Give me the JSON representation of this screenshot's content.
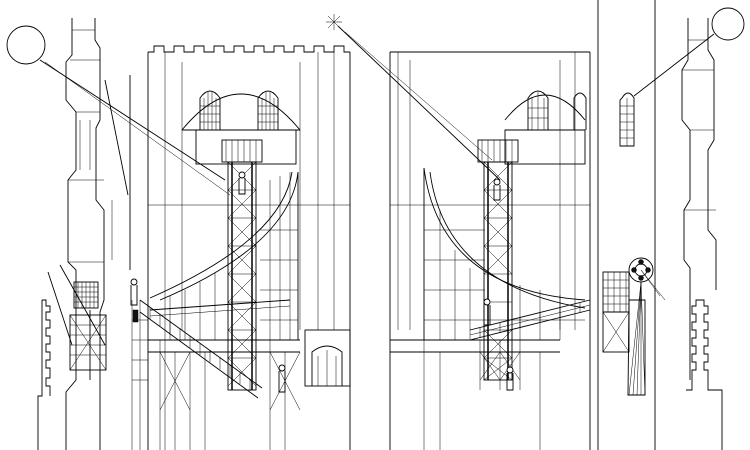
{
  "drawing": {
    "kind": "architectural-elevation",
    "panels": [
      "left-elevation",
      "center-left-elevation",
      "center-right-elevation",
      "right-elevation"
    ],
    "line_color": "#000000",
    "background": "#ffffff"
  }
}
